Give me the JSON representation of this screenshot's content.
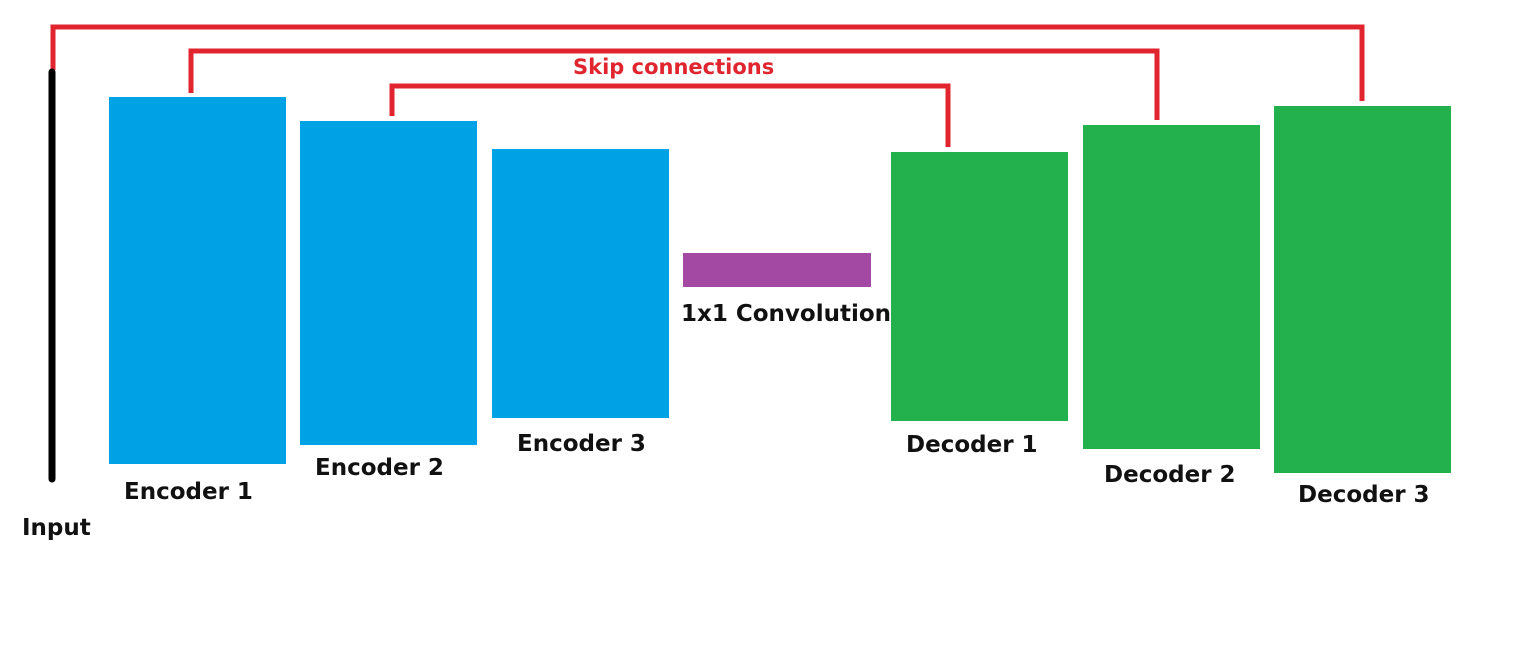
{
  "colors": {
    "encoder": "#00a2e6",
    "decoder": "#22b14c",
    "bottleneck": "#a349a4",
    "skip": "#e0252f",
    "input": "#000000"
  },
  "input": {
    "label": "Input"
  },
  "encoders": [
    {
      "label": "Encoder 1"
    },
    {
      "label": "Encoder 2"
    },
    {
      "label": "Encoder 3"
    }
  ],
  "bottleneck": {
    "label": "1x1 Convolution"
  },
  "decoders": [
    {
      "label": "Decoder 1"
    },
    {
      "label": "Decoder 2"
    },
    {
      "label": "Decoder 3"
    }
  ],
  "skip": {
    "label": "Skip connections"
  }
}
